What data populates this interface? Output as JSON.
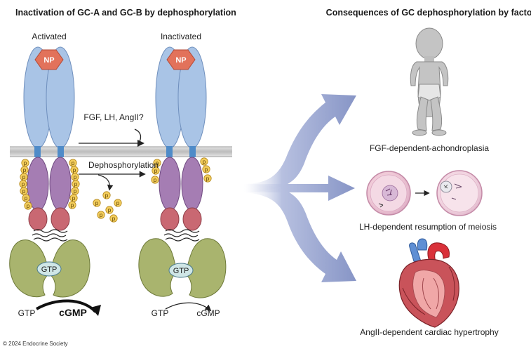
{
  "left_title": "Inactivation of GC-A and GC-B by dephosphorylation",
  "right_title": "Consequences of GC dephosphorylation by factor",
  "state_activated": "Activated",
  "state_inactivated": "Inactivated",
  "ligand_label": "NP",
  "factors_label": "FGF, LH, AngII?",
  "process_label": "Dephosphorylation",
  "phosphate_label": "p",
  "gtp_domain_label": "GTP",
  "active_substrate": "GTP",
  "active_product": "cGMP",
  "inactive_substrate": "GTP",
  "inactive_product": "cGMP",
  "consequences": [
    {
      "label": "FGF-dependent-achondroplasia"
    },
    {
      "label": "LH-dependent resumption of meiosis"
    },
    {
      "label": "AngII-dependent cardiac hypertrophy"
    }
  ],
  "copyright": "© 2024 Endocrine Society",
  "colors": {
    "receptor_blue": "#a9c4e6",
    "receptor_purple": "#a57db3",
    "juxta_red": "#c96872",
    "catalytic_green": "#a9b46e",
    "phosphate_yellow": "#f3cd5c",
    "ligand_orange": "#e2725b",
    "membrane_grey": "#c9c9c9",
    "arrow_blue": "#8e9bc8"
  }
}
